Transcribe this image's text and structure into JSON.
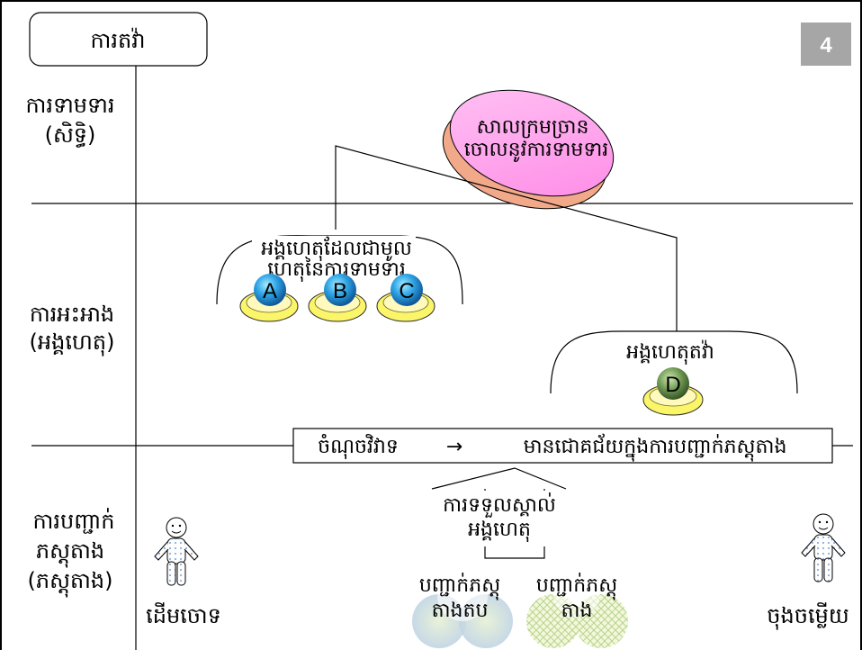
{
  "title_box": {
    "label": "ការតវ៉ា"
  },
  "page_number": "4",
  "row_labels": [
    {
      "line1": "ការទាមទារ",
      "line2": "(សិទ្ធិ)"
    },
    {
      "line1": "ការអះអាង",
      "line2": "(អង្គហេតុ)"
    },
    {
      "line1": "ការបញ្ជាក់",
      "line2": "ភស្តុតាង",
      "line3": "(ភស្តុតាង)"
    }
  ],
  "judgment": {
    "line1": "សាលក្រមច្រាន",
    "line2": "ចោលនូវការទាមទារ"
  },
  "facts_group": {
    "line1": "អង្គហេតុដែលជាមូល",
    "line2": "ហេតុនៃការទាមទារ",
    "items": [
      "A",
      "B",
      "C"
    ]
  },
  "counter_group": {
    "label": "អង្គហេតុតវ៉ា",
    "items": [
      "D"
    ]
  },
  "dispute": {
    "left": "ចំណុចវិវាទ",
    "arrow": "→",
    "right": "មានជោគជ័យក្នុងការបញ្ជាក់ភស្តុតាង"
  },
  "admission": {
    "line1": "ការទទួលស្គាល់",
    "line2": "អង្គហេតុ"
  },
  "evidence": {
    "left": {
      "line1": "បញ្ជាក់ភស្តុ",
      "line2": "តាងតប"
    },
    "right": {
      "line1": "បញ្ជាក់ភស្តុ",
      "line2": "តាង"
    }
  },
  "parties": {
    "plaintiff": "ដើមចោទ",
    "defendant": "ចុងចម្លើយ"
  },
  "colors": {
    "badge": "#a6a6a6",
    "plate": "#fbf56a",
    "ball_blue": "#2b9fe0",
    "ball_green": "#6f9a52",
    "ellipse": "#ff99ee",
    "ellipse_shadow": "#f2a98a"
  }
}
